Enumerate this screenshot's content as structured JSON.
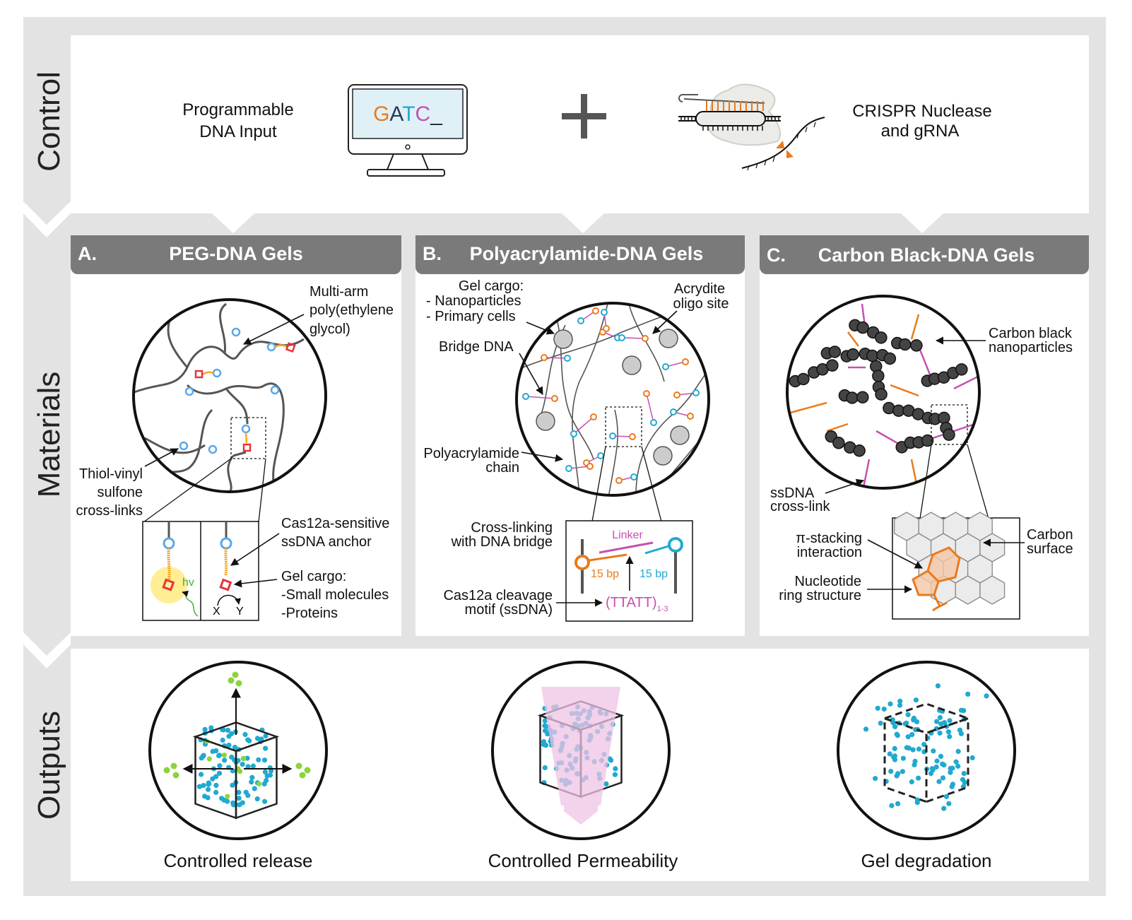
{
  "rows": {
    "control": "Control",
    "materials": "Materials",
    "outputs": "Outputs"
  },
  "control": {
    "dna_input": [
      "Programmable",
      "DNA Input"
    ],
    "screen_text": [
      "G",
      "A",
      "T",
      "C",
      "_"
    ],
    "plus": "+",
    "crispr": [
      "CRISPR Nuclease",
      "and gRNA"
    ]
  },
  "panels": [
    {
      "letter": "A.",
      "title": "PEG-DNA Gels",
      "multi_arm": [
        "Multi-arm",
        "poly(ethylene",
        "glycol)"
      ],
      "thiol": [
        "Thiol-vinyl",
        "sulfone",
        "cross-links"
      ],
      "anchor": [
        "Cas12a-sensitive",
        "ssDNA anchor"
      ],
      "cargo": [
        "Gel cargo:",
        "-Small molecules",
        "-Proteins"
      ],
      "hv": "hv",
      "x": "X",
      "y": "Y"
    },
    {
      "letter": "B.",
      "title": "Polyacrylamide-DNA Gels",
      "cargo": [
        "Gel cargo:",
        "- Nanoparticles",
        "- Primary  cells"
      ],
      "acrydite": [
        "Acrydite",
        "oligo site"
      ],
      "bridge": "Bridge DNA",
      "chain": [
        "Polyacrylamide",
        "chain"
      ],
      "crosslinking": [
        "Cross-linking",
        "with DNA bridge"
      ],
      "linker": "Linker",
      "bp_left": "15 bp",
      "bp_right": "15 bp",
      "motif": [
        "Cas12a cleavage",
        "motif (ssDNA)"
      ],
      "sequence": "(TTATT)",
      "sequence_sub": "1-3"
    },
    {
      "letter": "C.",
      "title": "Carbon Black-DNA Gels",
      "carbon_black": [
        "Carbon black",
        "nanoparticles"
      ],
      "ssdna": [
        "ssDNA",
        "cross-link"
      ],
      "pi": [
        "π-stacking",
        "interaction"
      ],
      "nucleotide": [
        "Nucleotide",
        "ring structure"
      ],
      "surface": [
        "Carbon",
        "surface"
      ]
    }
  ],
  "outputs": [
    "Controlled release",
    "Controlled Permeability",
    "Gel degradation"
  ],
  "colors": {
    "background_band": "#e3e3e3",
    "header": "#7a7a7a",
    "orange": "#ea7a1c",
    "cyan": "#21a9cf",
    "magenta": "#c550b0",
    "red": "#e8333a",
    "green": "#8cd43a",
    "blue_node": "#5aa8e8",
    "pink_flow": "#efc3e4"
  }
}
